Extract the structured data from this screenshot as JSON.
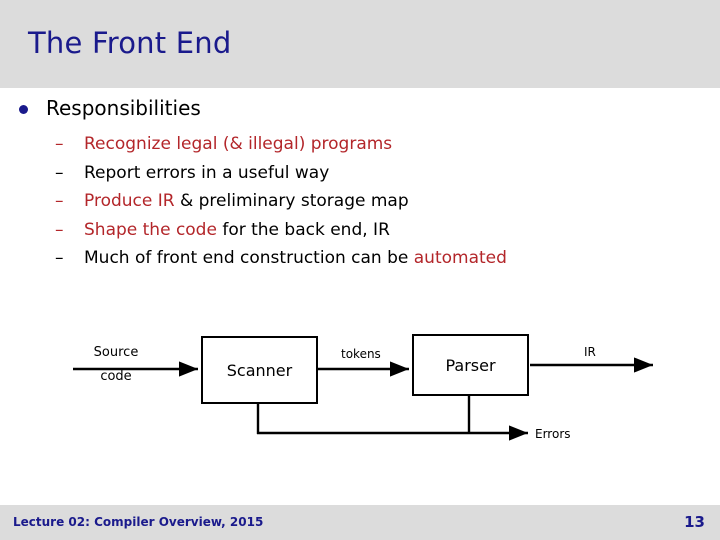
{
  "slide": {
    "title": "The Front End",
    "header_bg": "#dcdcdc",
    "title_color": "#1a1a8c",
    "accent_red": "#b3262a"
  },
  "content": {
    "bullet": {
      "label": "Responsibilities",
      "marker": "bullet-dot"
    },
    "sub_items": [
      {
        "dash": "–",
        "dash_color": "red",
        "parts": [
          {
            "text": "Recognize legal (& illegal) programs",
            "color": "red"
          }
        ]
      },
      {
        "dash": "–",
        "dash_color": "blk",
        "parts": [
          {
            "text": "Report errors in a useful way",
            "color": "blk"
          }
        ]
      },
      {
        "dash": "–",
        "dash_color": "red",
        "parts": [
          {
            "text": "Produce IR",
            "color": "red"
          },
          {
            "text": " & preliminary storage map",
            "color": "blk"
          }
        ]
      },
      {
        "dash": "–",
        "dash_color": "red",
        "parts": [
          {
            "text": "Shape the code",
            "color": "red"
          },
          {
            "text": " for the back end, IR",
            "color": "blk"
          }
        ]
      },
      {
        "dash": "–",
        "dash_color": "blk",
        "parts": [
          {
            "text": "Much of front end construction can be ",
            "color": "blk"
          },
          {
            "text": "automated",
            "color": "red"
          }
        ]
      }
    ]
  },
  "diagram": {
    "source_label_line1": "Source",
    "source_label_line2": "code",
    "scanner_label": "Scanner",
    "tokens_label": "tokens",
    "parser_label": "Parser",
    "ir_label": "IR",
    "errors_label": "Errors"
  },
  "footer": {
    "left_text": "Lecture 02: Compiler Overview, 2015",
    "page_number": "13"
  }
}
